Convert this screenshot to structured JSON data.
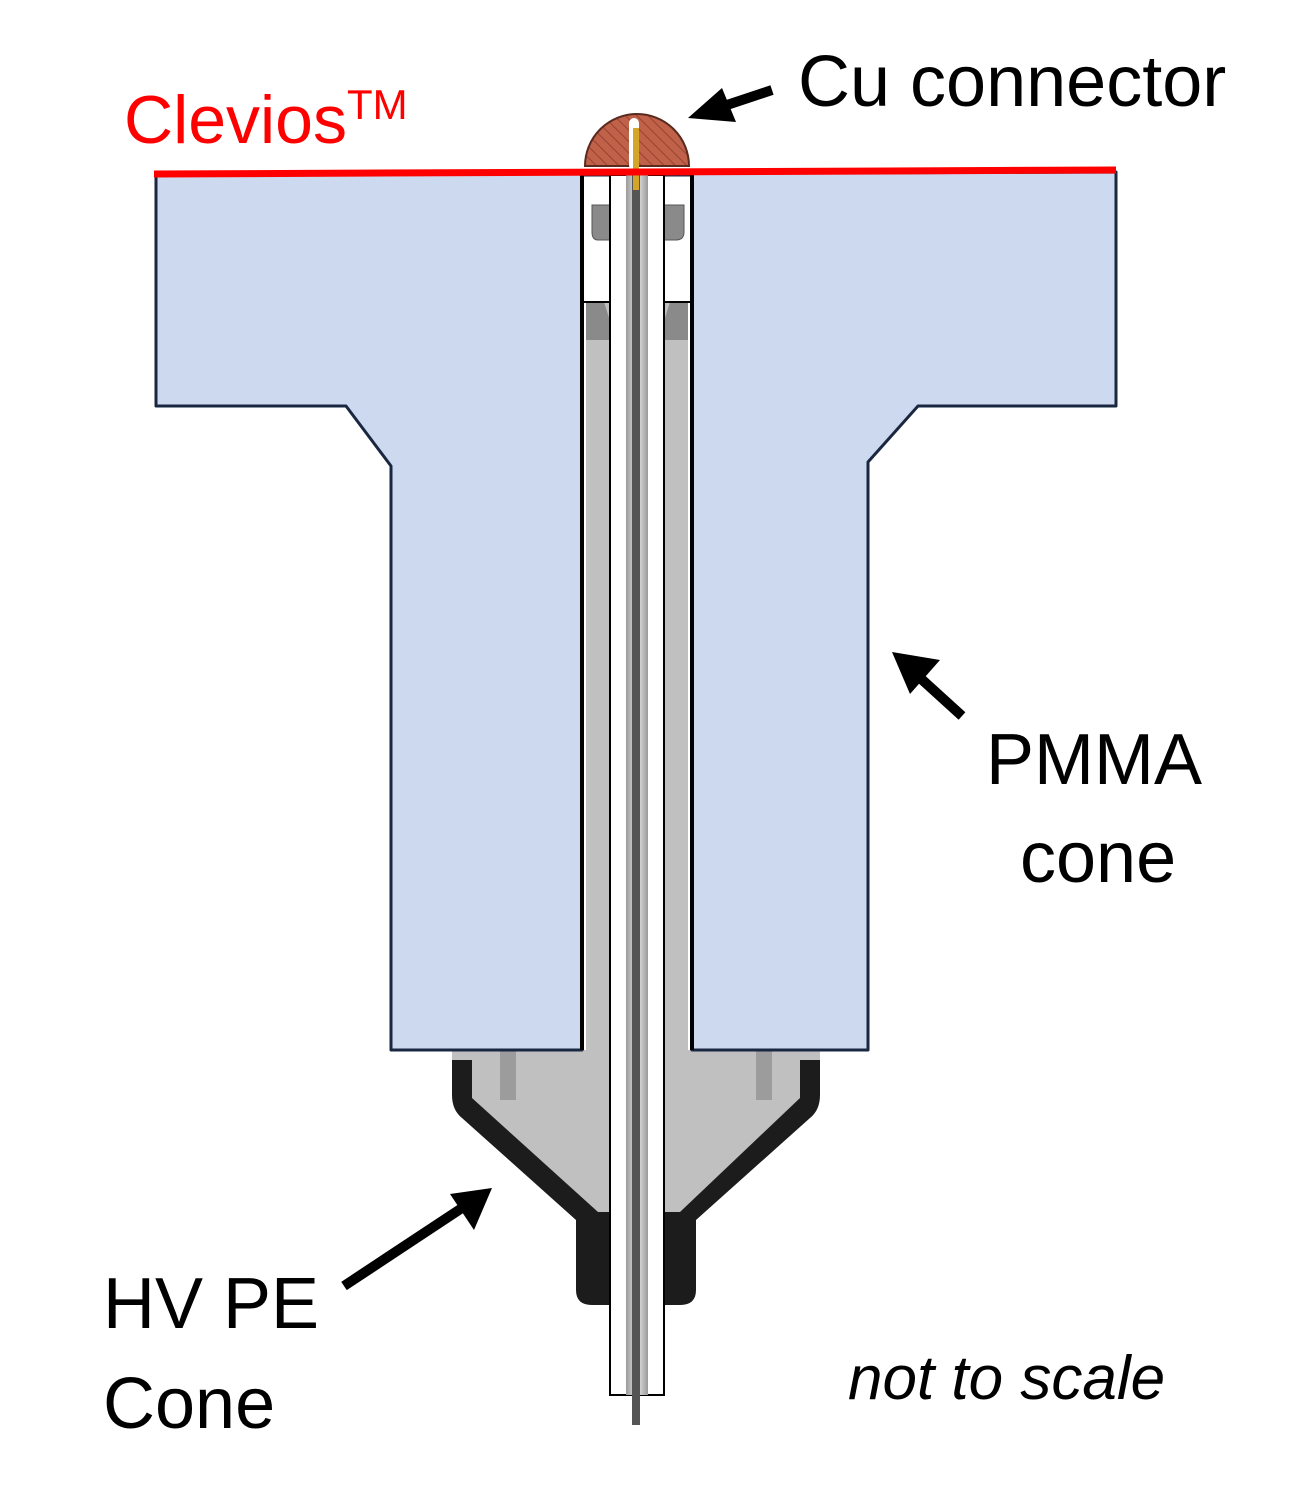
{
  "labels": {
    "clevios": "Clevios",
    "clevios_tm": "TM",
    "cu_connector": "Cu connector",
    "pmma_line1": "PMMA",
    "pmma_line2": "cone",
    "hvpe_line1": "HV PE",
    "hvpe_line2": "Cone",
    "not_to_scale": "not to scale"
  },
  "colors": {
    "pmma_fill": "#cdd9ef",
    "outline": "#1a2740",
    "clevios_layer": "#ff0000",
    "cu_fill": "#c0624a",
    "metal_gray": "#c0c0c0",
    "pe_black": "#1c1c1c",
    "pin_gold": "#d4a52a"
  }
}
